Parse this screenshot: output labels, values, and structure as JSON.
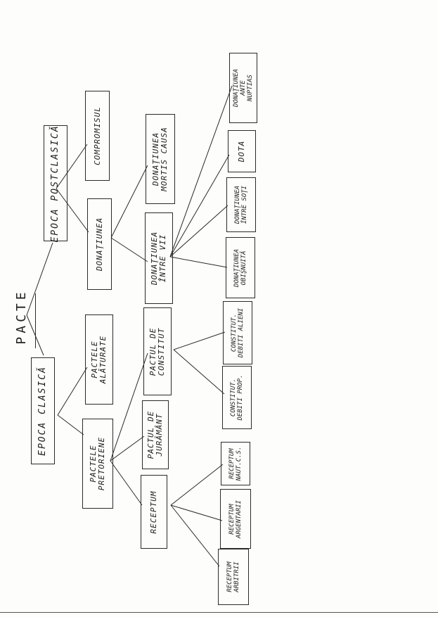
{
  "title": "PACTE",
  "nodes": {
    "epoca_clasica": "EPOCA CLASICĂ",
    "epoca_postclasica": "EPOCA POSTCLASICĂ",
    "pactele_pretoriene": "PACTELE\nPRETORIENE",
    "pactele_alaturate": "PACTELE\nALĂTURATE",
    "compromisul": "COMPROMISUL",
    "donatiunea": "DONAŢIUNEA",
    "donatiunea_mortis_causa": "DONAŢIUNEA\nMORTIS CAUSA",
    "donatiunea_intre_vii": "DONAŢIUNEA\nÎNTRE VII",
    "receptum": "RECEPTUM",
    "pactul_de_juramant": "PACTUL DE\nJURĂMÂNT",
    "pactul_de_constitut": "PACTUL DE\nCONSTITUT",
    "receptum_arbitrii": "RECEPTUM\nARBITRII",
    "receptum_argentarii": "RECEPTUM\nARGENTARII",
    "receptum_nautics": "RECEPTUM\nNAUT.C.S.",
    "constitutul_debiti_proprii": "CONSTITUT.\nDEBITI PROP.",
    "constitutul_debiti_alieni": "CONSTITUT.\nDEBITI ALIENI",
    "donatiunea_obisnuita": "DONAŢIUNEA\nOBIŞNUITĂ",
    "donatiunea_intre_soti": "DONAŢIUNEA\nÎNTRE SOŢI",
    "dota": "DOTA",
    "donatiunea_ante_nuptias": "DONAŢIUNEA\nANTE\nNUPTIAS"
  }
}
